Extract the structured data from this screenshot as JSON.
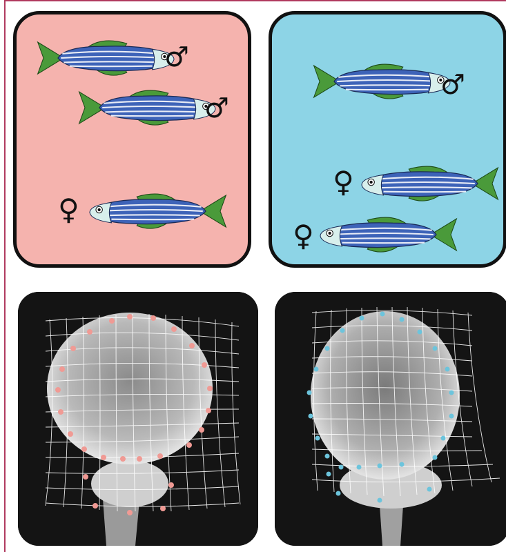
{
  "symbols": {
    "male": "♂",
    "female": "♀"
  },
  "colors": {
    "frame": "#b03a5e",
    "panel_left_bg": "#f5b3ae",
    "panel_right_bg": "#8dd4e6",
    "fish_body": "#3d63b8",
    "fish_fin": "#4a9a3a",
    "fish_stripe": "#e8ecf6",
    "marker_left": "#f09a94",
    "marker_right": "#6cc4dc",
    "photo_bg": "#141414"
  },
  "panels": [
    {
      "tank": "pink",
      "fish": [
        "male",
        "male",
        "female"
      ]
    },
    {
      "tank": "blue",
      "fish": [
        "male",
        "female",
        "female"
      ]
    }
  ]
}
